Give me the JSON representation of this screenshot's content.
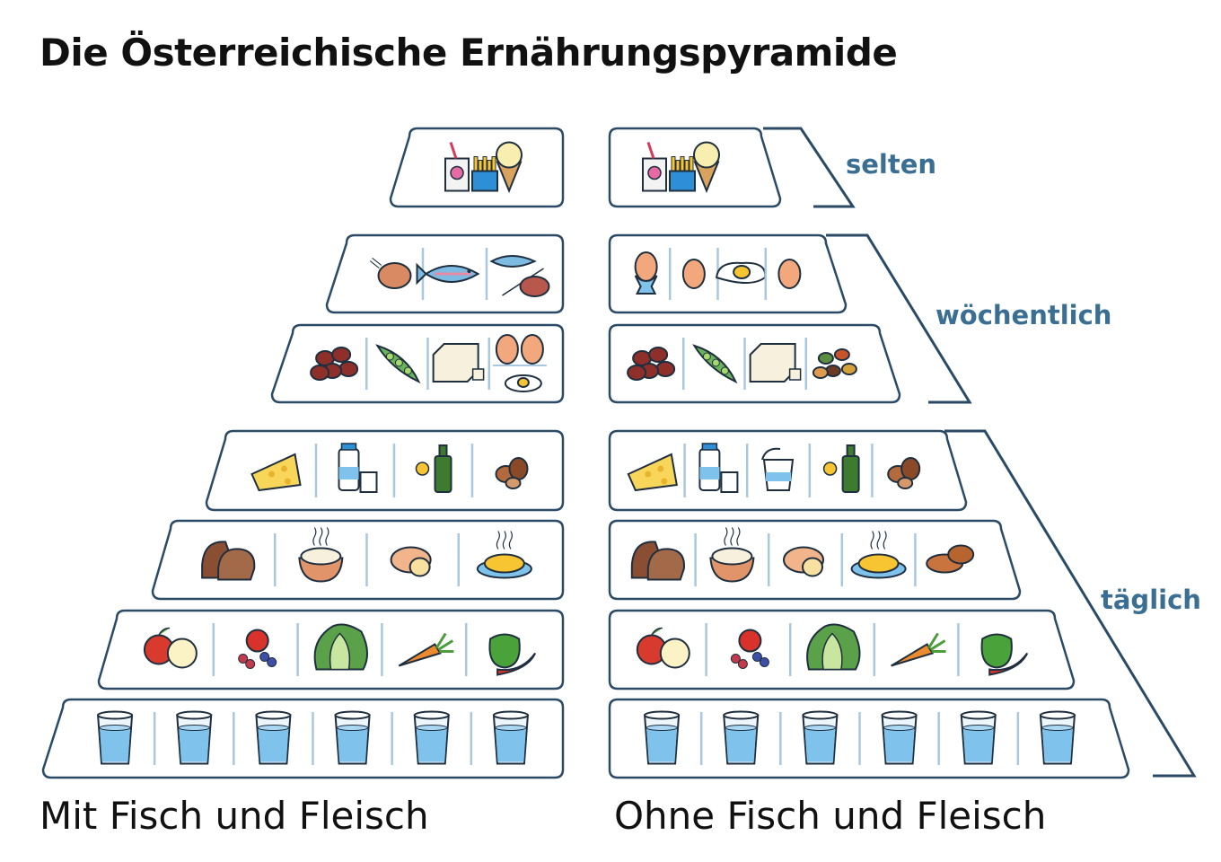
{
  "title": "Die Österreichische Ernährungspyramide",
  "captions": {
    "left": "Mit Fisch und Fleisch",
    "right": "Ohne Fisch und Fleisch"
  },
  "frequency_labels": {
    "rarely": "selten",
    "weekly": "wöchentlich",
    "daily": "täglich"
  },
  "colors": {
    "outline": "#2b4a66",
    "divider": "#a9c8e0",
    "label": "#3a6f93",
    "bracket": "#2b4a66"
  },
  "pyramids": {
    "left": {
      "rows": [
        {
          "level": "selten",
          "items": [
            "soft-drink-fries-icecream"
          ]
        },
        {
          "level": "wöchentlich",
          "items": [
            "chicken-leg",
            "fish",
            "fish-and-steak"
          ]
        },
        {
          "level": "wöchentlich",
          "items": [
            "beans",
            "peas",
            "tofu",
            "eggs"
          ]
        },
        {
          "level": "täglich",
          "items": [
            "cheese",
            "milk",
            "oil",
            "nuts"
          ]
        },
        {
          "level": "täglich",
          "items": [
            "bread",
            "rice",
            "potato",
            "pasta"
          ]
        },
        {
          "level": "täglich",
          "items": [
            "apples",
            "berries",
            "lettuce",
            "carrots",
            "peppers"
          ]
        },
        {
          "level": "täglich",
          "items": [
            "water",
            "water",
            "water",
            "water",
            "water",
            "water"
          ]
        }
      ]
    },
    "right": {
      "rows": [
        {
          "level": "selten",
          "items": [
            "soft-drink-fries-icecream"
          ]
        },
        {
          "level": "wöchentlich",
          "items": [
            "egg-cup",
            "egg",
            "fried-egg",
            "egg"
          ]
        },
        {
          "level": "wöchentlich",
          "items": [
            "beans",
            "peas",
            "tofu",
            "legumes"
          ]
        },
        {
          "level": "täglich",
          "items": [
            "cheese",
            "milk",
            "yogurt",
            "oil",
            "nuts"
          ]
        },
        {
          "level": "täglich",
          "items": [
            "bread",
            "rice",
            "potato",
            "pasta",
            "bread-rolls"
          ]
        },
        {
          "level": "täglich",
          "items": [
            "apples",
            "berries",
            "lettuce",
            "carrots",
            "peppers"
          ]
        },
        {
          "level": "täglich",
          "items": [
            "water",
            "water",
            "water",
            "water",
            "water",
            "water"
          ]
        }
      ]
    }
  }
}
